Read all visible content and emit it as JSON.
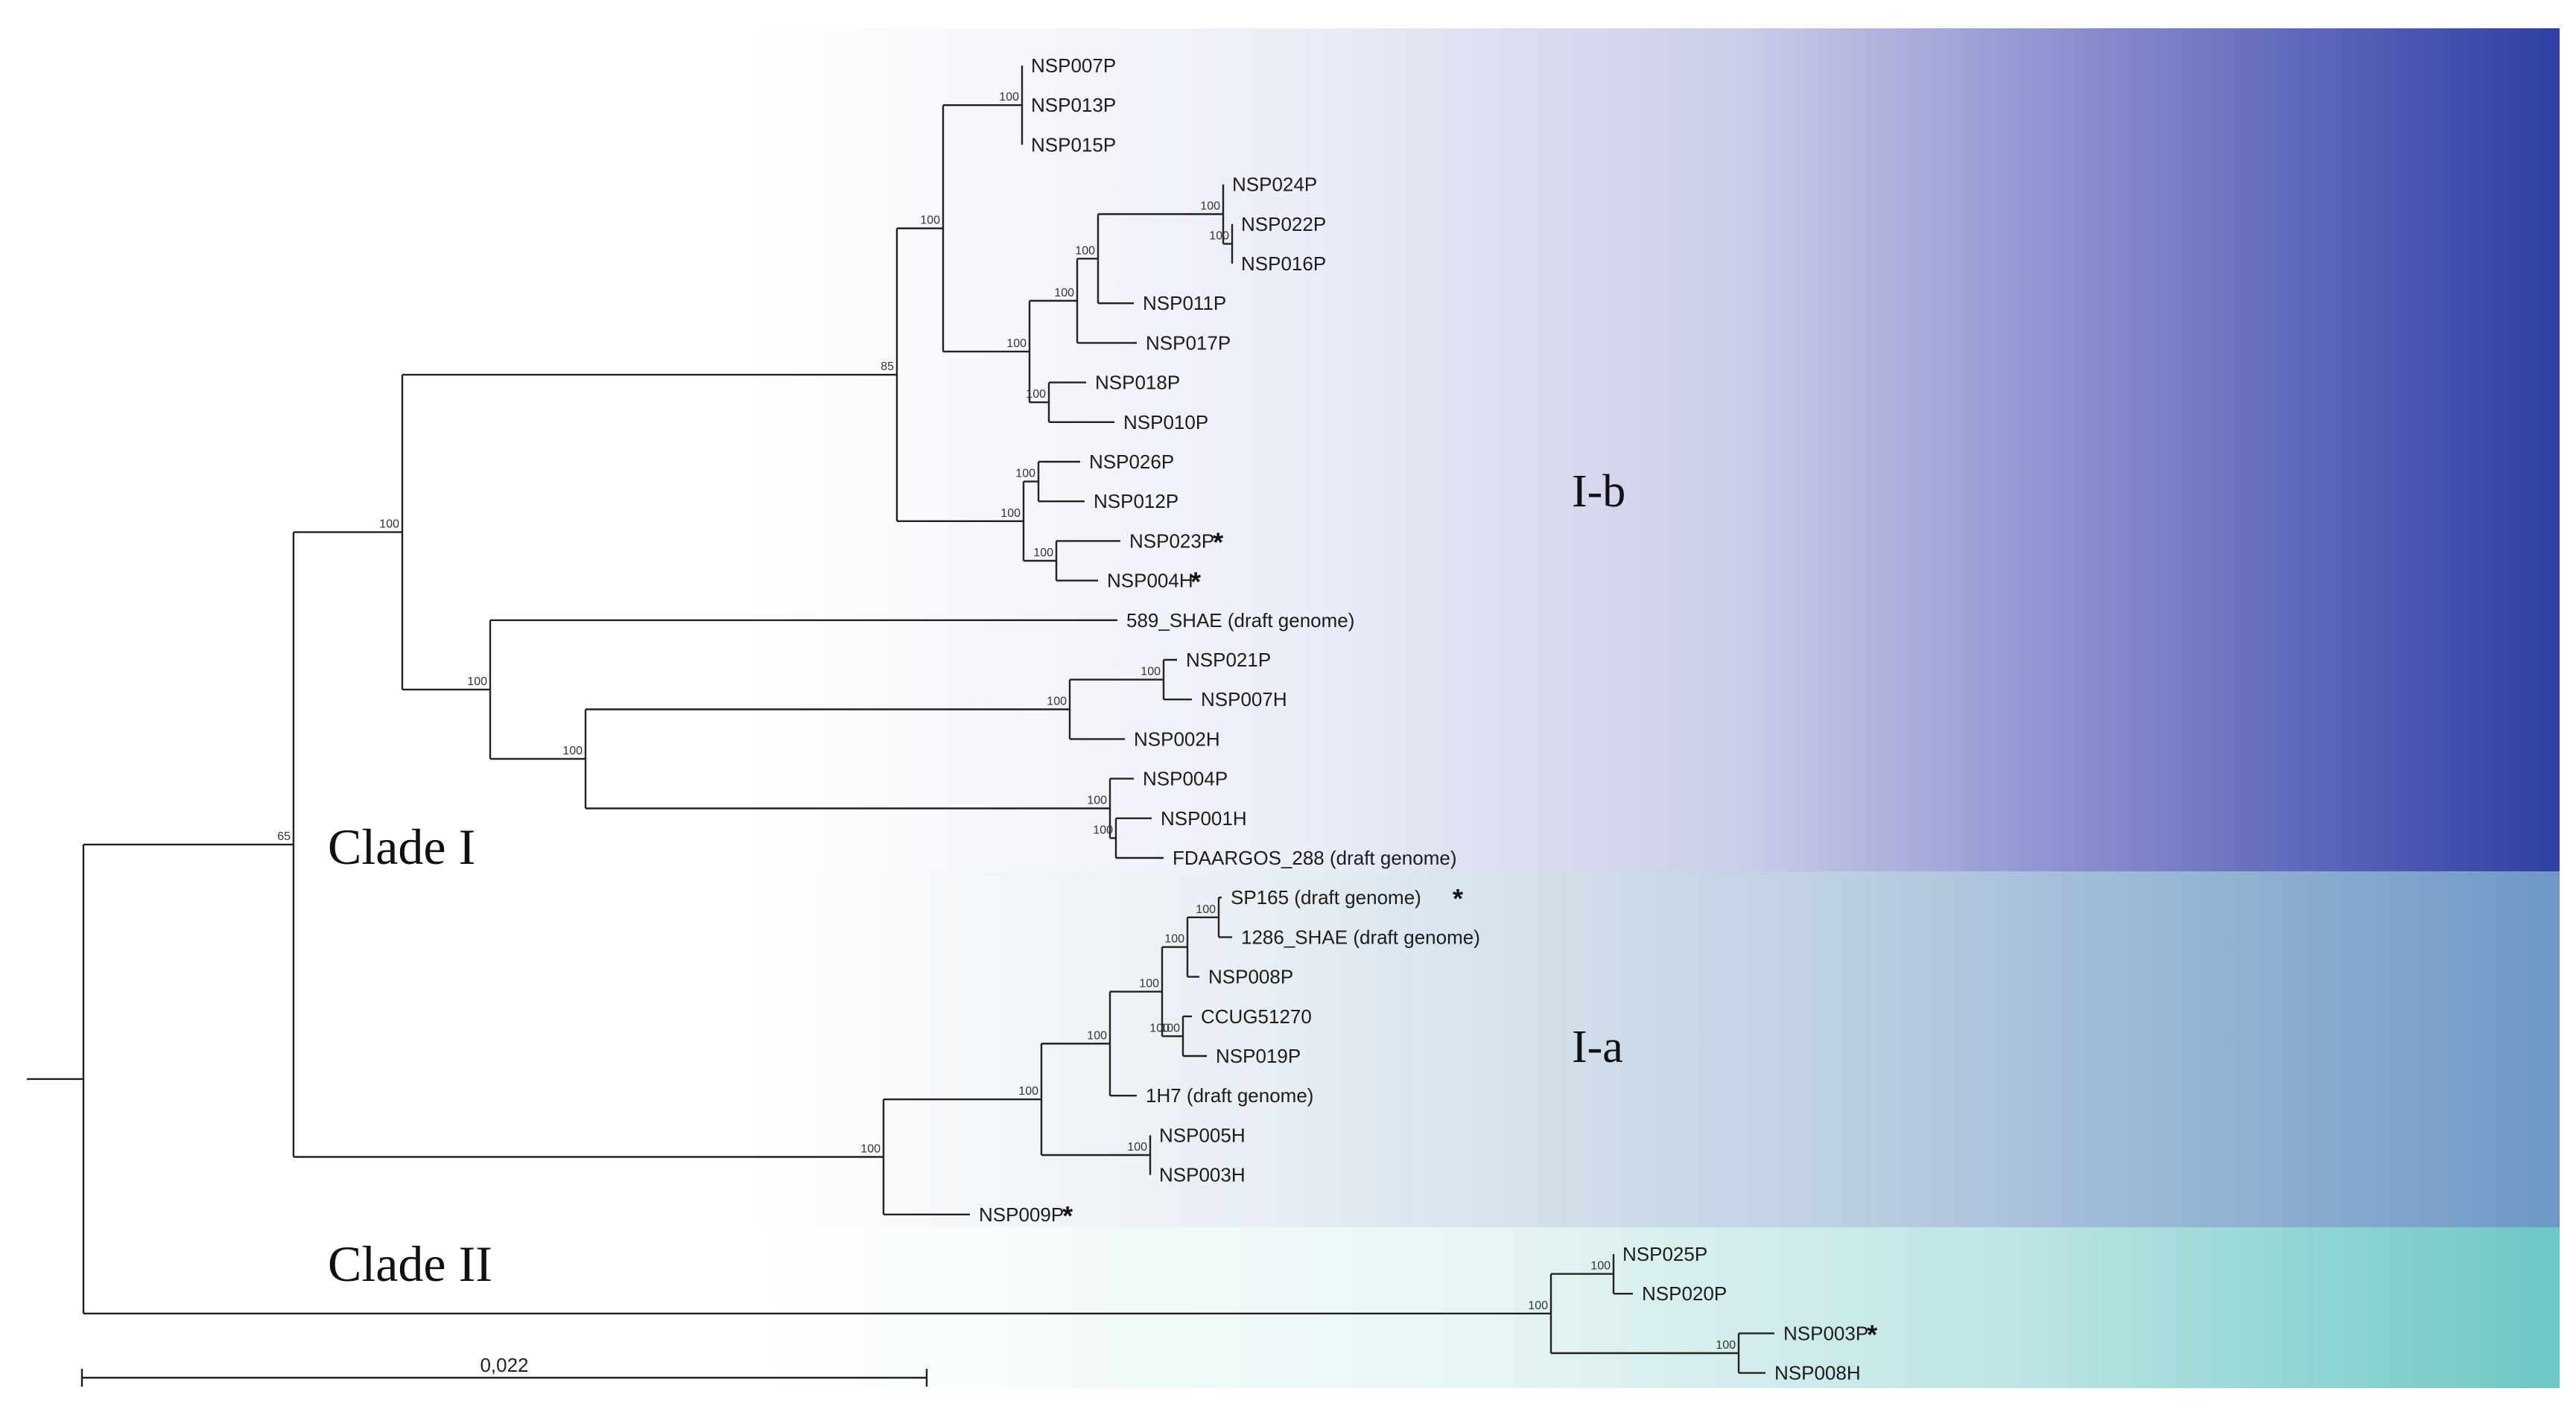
{
  "tree": {
    "leaves": [
      {
        "label": "NSP007P",
        "starred": false
      },
      {
        "label": "NSP013P",
        "starred": false
      },
      {
        "label": "NSP015P",
        "starred": false
      },
      {
        "label": "NSP024P",
        "starred": false
      },
      {
        "label": "NSP022P",
        "starred": false
      },
      {
        "label": "NSP016P",
        "starred": false
      },
      {
        "label": "NSP011P",
        "starred": false
      },
      {
        "label": "NSP017P",
        "starred": false
      },
      {
        "label": "NSP018P",
        "starred": false
      },
      {
        "label": "NSP010P",
        "starred": false
      },
      {
        "label": "NSP026P",
        "starred": false
      },
      {
        "label": "NSP012P",
        "starred": false
      },
      {
        "label": "NSP023P",
        "starred": true
      },
      {
        "label": "NSP004H",
        "starred": true
      },
      {
        "label": "589_SHAE (draft genome)",
        "starred": false
      },
      {
        "label": "NSP021P",
        "starred": false
      },
      {
        "label": "NSP007H",
        "starred": false
      },
      {
        "label": "NSP002H",
        "starred": false
      },
      {
        "label": "NSP004P",
        "starred": false
      },
      {
        "label": "NSP001H",
        "starred": false
      },
      {
        "label": "FDAARGOS_288 (draft genome)",
        "starred": false
      },
      {
        "label": "SP165 (draft genome)",
        "starred": true
      },
      {
        "label": "1286_SHAE (draft genome)",
        "starred": false
      },
      {
        "label": "NSP008P",
        "starred": false
      },
      {
        "label": "CCUG51270",
        "starred": false
      },
      {
        "label": "NSP019P",
        "starred": false
      },
      {
        "label": "1H7 (draft genome)",
        "starred": false
      },
      {
        "label": "NSP005H",
        "starred": false
      },
      {
        "label": "NSP003H",
        "starred": false
      },
      {
        "label": "NSP009P",
        "starred": true
      },
      {
        "label": "NSP025P",
        "starred": false
      },
      {
        "label": "NSP020P",
        "starred": false
      },
      {
        "label": "NSP003P",
        "starred": true
      },
      {
        "label": "NSP008H",
        "starred": false
      }
    ],
    "star_symbol": "*",
    "bootstrap_values": [
      "65",
      "100",
      "85",
      "100",
      "100",
      "100",
      "100",
      "100",
      "100",
      "100",
      "100",
      "100",
      "100",
      "100",
      "100",
      "100",
      "100",
      "100",
      "100",
      "100",
      "100",
      "100",
      "100",
      "100",
      "100",
      "100",
      "100",
      "100",
      "100",
      "100",
      "100",
      "100"
    ],
    "clades": {
      "clade_1": "Clade I",
      "clade_2": "Clade II",
      "subclade_b": "I-b",
      "subclade_a": "I-a"
    },
    "scale_bar": {
      "label": "0,022"
    },
    "colors": {
      "clade_ib_band": "#2e3ea3",
      "clade_ia_band": "#6e98c6",
      "clade_ii_band": "#6cc7c5",
      "branch": "#222222"
    }
  }
}
